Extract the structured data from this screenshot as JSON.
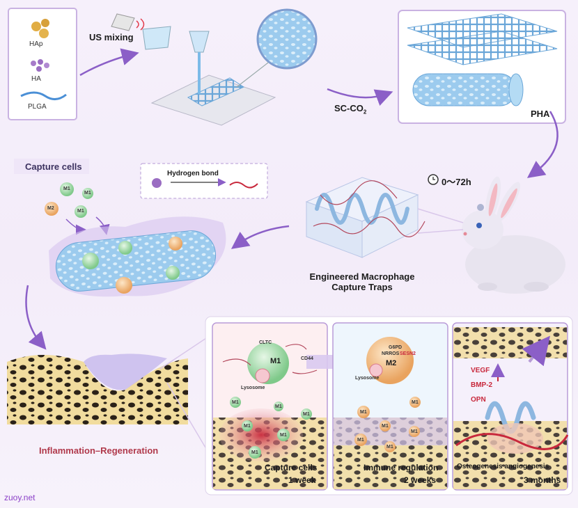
{
  "materials": {
    "hap": "HAp",
    "ha": "HA",
    "plga": "PLGA"
  },
  "steps": {
    "us_mixing": "US mixing",
    "sc_co2_main": "SC-CO",
    "sc_co2_sub": "2",
    "pha": "PHA",
    "time_window": "0～72h"
  },
  "legend": {
    "hydrogen_bond": "Hydrogen bond"
  },
  "capture": {
    "title": "Capture cells",
    "m1": "M1",
    "m2": "M2"
  },
  "trap": {
    "line1": "Engineered Macrophage",
    "line2": "Capture Traps"
  },
  "inflammation": "Inflammation–Regeneration",
  "stage1": {
    "cltc": "CLTC",
    "cd44": "CD44",
    "m1_big": "M1",
    "lysosome": "Lysosome",
    "cell": "M1",
    "title": "Capture cells",
    "time": "1 week"
  },
  "stage2": {
    "g6pd": "G6PD",
    "nrros": "NRROS",
    "sesn2": "SESN2",
    "m2_big": "M2",
    "lysosome": "Lysosome",
    "cell": "M1",
    "title": "Immune regulation",
    "time": "2 weeks"
  },
  "stage3": {
    "vegf": "VEGF",
    "bmp2": "BMP-2",
    "opn": "OPN",
    "title": "Osteogenesis angiogenesis",
    "time": "3 months"
  },
  "watermark": "zuoy.net",
  "colors": {
    "frame": "#c9b2e2",
    "purple_arrow": "#8b5fc7",
    "scaffold": "#8fc4ea",
    "m1_cell": "#8fd39a",
    "m2_cell": "#f0b173",
    "bone": "#f1dc9e",
    "inflammation_red": "#c8283c"
  }
}
